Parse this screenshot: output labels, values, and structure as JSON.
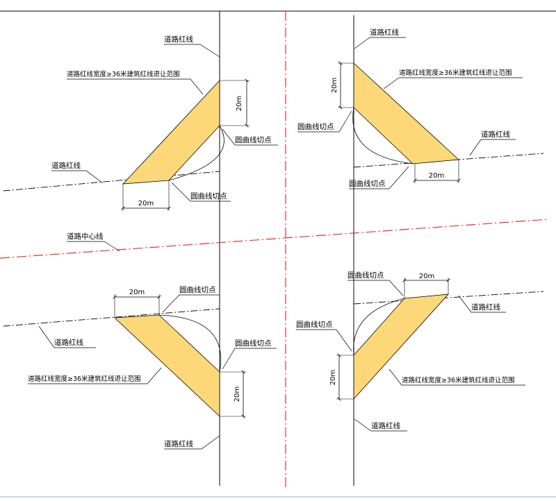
{
  "labels": {
    "road_red_line": "道路红线",
    "road_center_line": "道路中心线",
    "tangent_point": "圆曲线切点",
    "setback_range": "道路红线宽度≥36米建筑红线退让范围",
    "dim_20m": "20m"
  },
  "colors": {
    "setback_fill": "#fcd878",
    "center_line": "#e8302a",
    "line": "#000000",
    "background": "#ffffff"
  }
}
